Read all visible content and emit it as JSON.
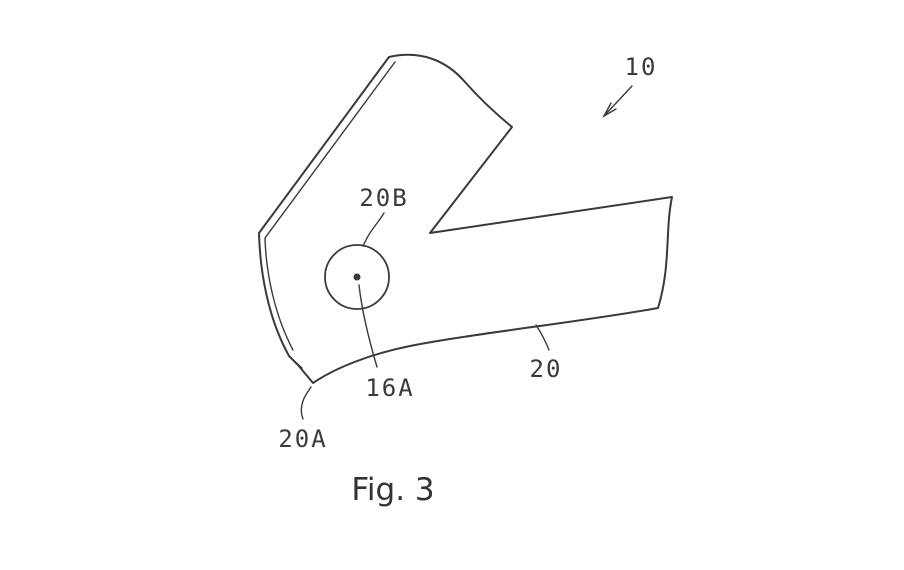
{
  "figure": {
    "caption": "Fig. 3",
    "reference_numerals": {
      "num_10": "10",
      "num_20B": "20B",
      "num_16A": "16A",
      "num_20": "20",
      "num_20A": "20A"
    },
    "colors": {
      "line": "#3a3a3a",
      "background": "#ffffff"
    }
  }
}
